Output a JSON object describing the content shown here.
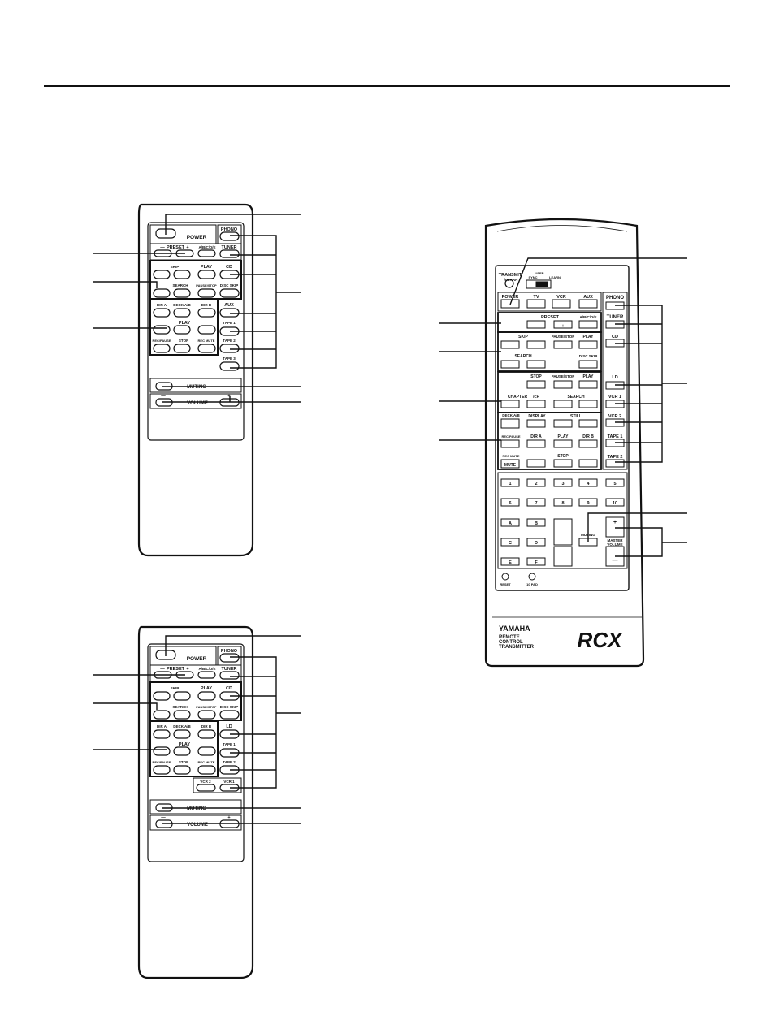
{
  "remote_a": {
    "power": "POWER",
    "preset": "PRESET",
    "minus": "—",
    "plus": "+",
    "abcde": "A/B/C/D/E",
    "phono": "PHONO",
    "tuner": "TUNER",
    "cd": "CD",
    "aux": "AUX",
    "tape1": "TAPE 1",
    "tape2": "TAPE 2",
    "tape3": "TAPE 3",
    "skip": "SKIP",
    "play": "PLAY",
    "search": "SEARCH",
    "pausestop": "PAUSE/STOP",
    "discskip": "DISC SKIP",
    "dira": "DIR A",
    "deckab": "DECK A/B",
    "dirb": "DIR B",
    "recpause": "REC/PAUSE",
    "stop": "STOP",
    "recmute": "REC MUTE",
    "muting": "MUTING",
    "volume": "VOLUME"
  },
  "remote_b": {
    "power": "POWER",
    "preset": "PRESET",
    "minus": "—",
    "plus": "+",
    "abcde": "A/B/C/D/E",
    "phono": "PHONO",
    "tuner": "TUNER",
    "cd": "CD",
    "ld": "LD",
    "tape1": "TAPE 1",
    "tape2": "TAPE 2",
    "vcr1": "VCR 1",
    "vcr2": "VCR 2",
    "skip": "SKIP",
    "play": "PLAY",
    "search": "SEARCH",
    "pausestop": "PAUSE/STOP",
    "discskip": "DISC SKIP",
    "dira": "DIR A",
    "deckab": "DECK A/B",
    "dirb": "DIR B",
    "recpause": "REC/PAUSE",
    "stop": "STOP",
    "recmute": "REC MUTE",
    "muting": "MUTING",
    "volume": "VOLUME"
  },
  "rcx": {
    "transmit": "TRANSMIT",
    "learn": "/LEARN",
    "sync": "SYNC",
    "user": "USER",
    "learn_sw": "LEARN",
    "power": "POWER",
    "tv": "TV",
    "vcr": "VCR",
    "aux": "AUX",
    "phono": "PHONO",
    "tuner": "TUNER",
    "cd": "CD",
    "ld": "LD",
    "vcr1": "VCR 1",
    "vcr2": "VCR 2",
    "tape1": "TAPE 1",
    "tape2": "TAPE 2",
    "preset": "PRESET",
    "abcde": "A/B/C/D/E",
    "skip": "SKIP",
    "pausestop": "PAUSE/STOP",
    "play": "PLAY",
    "search": "SEARCH",
    "discskip": "DISC SKIP",
    "stop": "STOP",
    "chapter": "CHAPTER",
    "ch": "/CH",
    "display": "DISPLAY",
    "still": "STILL",
    "deckab": "DECK A/B",
    "recpause": "REC/PAUSE",
    "dira": "DIR A",
    "dirb": "DIR B",
    "recmute": "REC MUTE",
    "mute": "MUTE",
    "numbers": [
      "1",
      "2",
      "3",
      "4",
      "5",
      "6",
      "7",
      "8",
      "9",
      "10"
    ],
    "letters": [
      "A",
      "B",
      "C",
      "D",
      "E",
      "F"
    ],
    "muting": "MUTING",
    "master": "MASTER",
    "volume": "VOLUME",
    "reset": "RESET",
    "ten_plus": "10 PAD",
    "brand": "YAMAHA",
    "line1": "REMOTE",
    "line2": "CONTROL",
    "line3": "TRANSMITTER",
    "logo": "RCX"
  }
}
